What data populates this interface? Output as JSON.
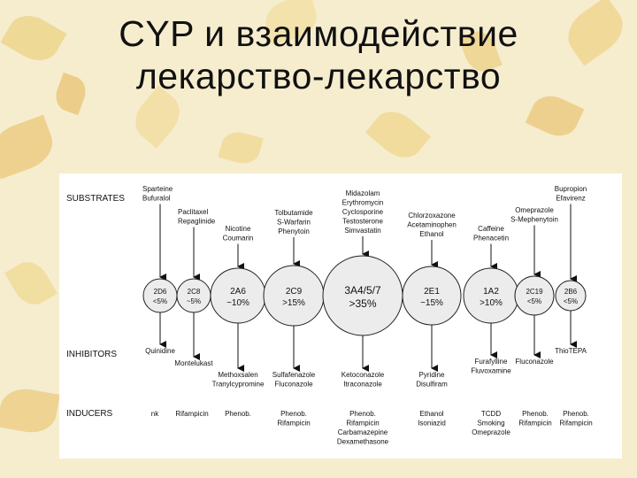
{
  "title": {
    "line1": "CYP и взаимодействие",
    "line2": "лекарство-лекарство"
  },
  "row_labels": {
    "substrates": "SUBSTRATES",
    "inhibitors": "INHIBITORS",
    "inducers": "INDUCERS"
  },
  "enzymes": [
    {
      "name": "2D6",
      "pct": "<5%",
      "substrates": [
        "Sparteine",
        "Bufuralol"
      ],
      "inhibitors": [
        "Quinidine"
      ],
      "inducers": [
        "nk"
      ]
    },
    {
      "name": "2C8",
      "pct": "~5%",
      "substrates": [
        "Paclitaxel",
        "Repaglinide"
      ],
      "inhibitors": [
        "Montelukast"
      ],
      "inducers": [
        "Rifampicin"
      ]
    },
    {
      "name": "2A6",
      "pct": "~10%",
      "substrates": [
        "Nicotine",
        "Coumarin"
      ],
      "inhibitors": [
        "Methoxsalen",
        "Tranylcypromine"
      ],
      "inducers": [
        "Phenob."
      ]
    },
    {
      "name": "2C9",
      "pct": ">15%",
      "substrates": [
        "Tolbutamide",
        "S-Warfarin",
        "Phenytoin"
      ],
      "inhibitors": [
        "Sulfafenazole",
        "Fluconazole"
      ],
      "inducers": [
        "Phenob.",
        "Rifampicin"
      ]
    },
    {
      "name": "3A4/5/7",
      "pct": ">35%",
      "substrates": [
        "Midazolam",
        "Erythromycin",
        "Cyclosporine",
        "Testosterone",
        "Simvastatin"
      ],
      "inhibitors": [
        "Ketoconazole",
        "Itraconazole"
      ],
      "inducers": [
        "Phenob.",
        "Rifampicin",
        "Carbamazepine",
        "Dexamethasone"
      ]
    },
    {
      "name": "2E1",
      "pct": "~15%",
      "substrates": [
        "Chlorzoxazone",
        "Acetaminophen",
        "Ethanol"
      ],
      "inhibitors": [
        "Pyridine",
        "Disulfiram"
      ],
      "inducers": [
        "Ethanol",
        "Isoniazid"
      ]
    },
    {
      "name": "1A2",
      "pct": ">10%",
      "substrates": [
        "Caffeine",
        "Phenacetin"
      ],
      "inhibitors": [
        "Furafylline",
        "Fluvoxamine"
      ],
      "inducers": [
        "TCDD",
        "Smoking",
        "Omeprazole"
      ]
    },
    {
      "name": "2C19",
      "pct": "<5%",
      "substrates": [
        "Omeprazole",
        "S-Mephenytoin"
      ],
      "inhibitors": [
        "Fluconazole"
      ],
      "inducers": [
        "Phenob.",
        "Rifampicin"
      ]
    },
    {
      "name": "2B6",
      "pct": "<5%",
      "substrates": [
        "Bupropion",
        "Efavirenz"
      ],
      "inhibitors": [
        "ThioTEPA"
      ],
      "inducers": [
        "Phenob.",
        "Rifampicin"
      ]
    }
  ]
}
